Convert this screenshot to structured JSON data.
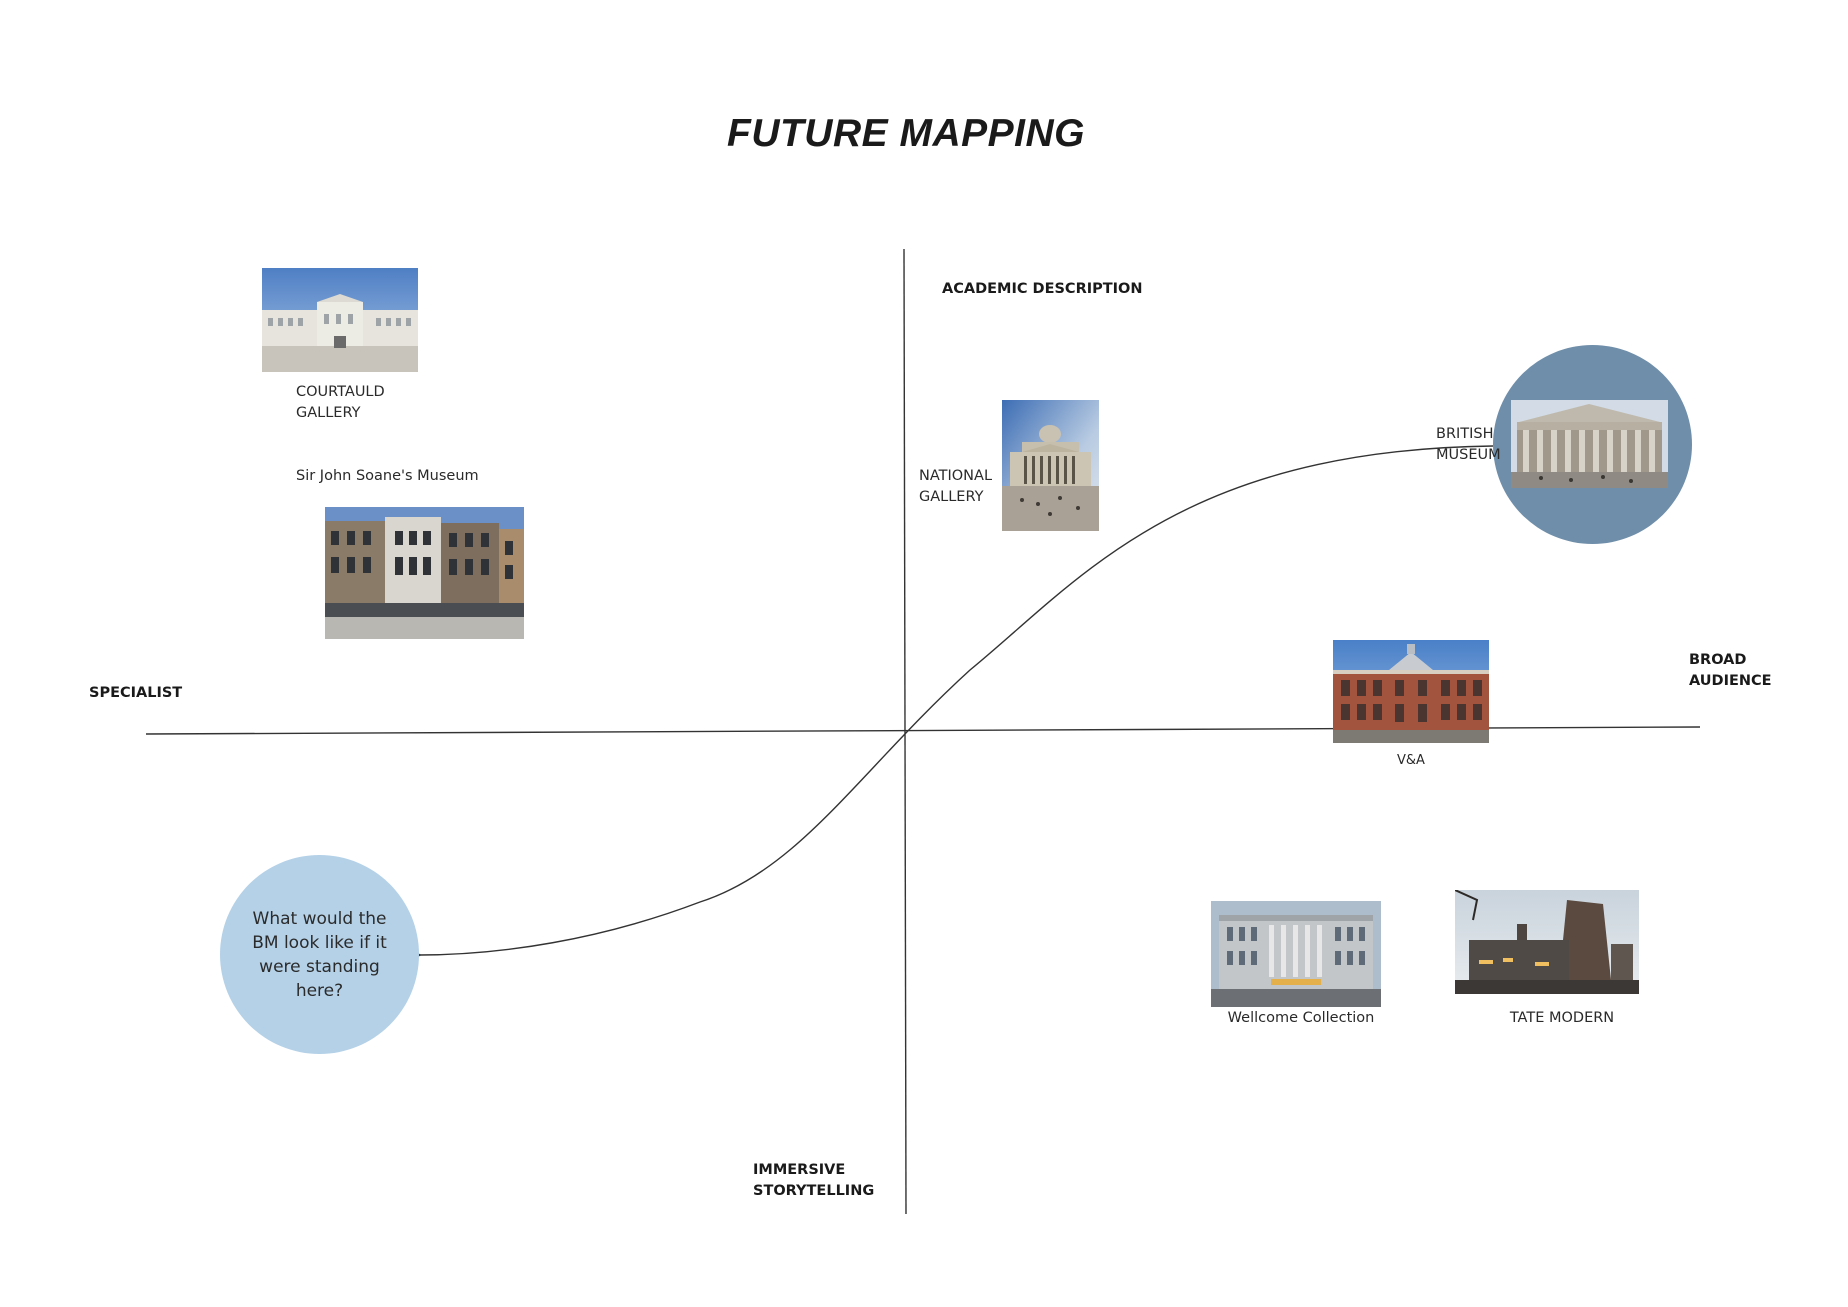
{
  "title": "FUTURE MAPPING",
  "axes": {
    "top": "ACADEMIC DESCRIPTION",
    "bottom_line1": "IMMERSIVE",
    "bottom_line2": "STORYTELLING",
    "left": "SPECIALIST",
    "right_line1": "BROAD",
    "right_line2": "AUDIENCE"
  },
  "museums": {
    "courtauld": {
      "line1": "COURTAULD",
      "line2": "GALLERY"
    },
    "soane": {
      "label": "Sir John Soane's Museum"
    },
    "national": {
      "line1": "NATIONAL",
      "line2": "GALLERY"
    },
    "british": {
      "line1": "BRITISH",
      "line2": "MUSEUM"
    },
    "va": {
      "label": "V&A"
    },
    "wellcome": {
      "label": "Wellcome Collection"
    },
    "tate": {
      "label": "TATE MODERN"
    }
  },
  "question": "What would the BM look like if it were standing here?",
  "colors": {
    "bm_circle": "#6f8ea9",
    "question_circle": "#b4d1e8",
    "lines": "#333333"
  }
}
